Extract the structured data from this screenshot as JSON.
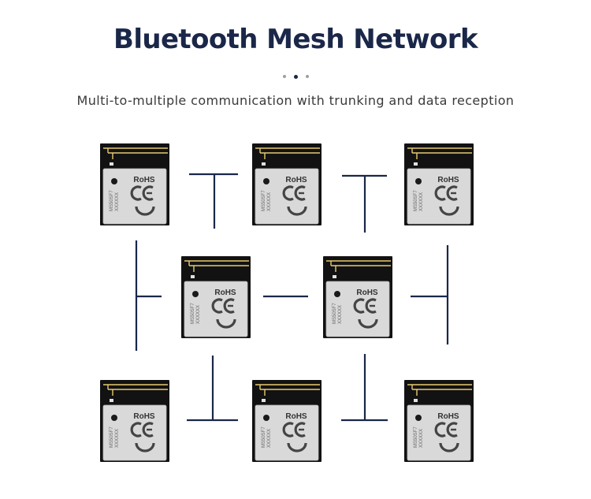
{
  "header": {
    "title": "Bluetooth Mesh Network",
    "subtitle": "Multi-to-multiple communication with trunking and data reception"
  },
  "pagination": {
    "count": 3,
    "active_index": 1
  },
  "colors": {
    "title": "#1a2749",
    "connector": "#1a2749",
    "shield": "#d9d9d9",
    "pcb": "#121212",
    "antenna": "#e8c970"
  },
  "module": {
    "cert_label": "RoHS",
    "model": "MS50SF7",
    "serial": "XXXXXX"
  },
  "modules": [
    {
      "id": "m1",
      "row": 0,
      "col": 0
    },
    {
      "id": "m2",
      "row": 0,
      "col": 1
    },
    {
      "id": "m3",
      "row": 0,
      "col": 2
    },
    {
      "id": "m4",
      "row": 1,
      "col": 0
    },
    {
      "id": "m5",
      "row": 1,
      "col": 1
    },
    {
      "id": "m6",
      "row": 2,
      "col": 0
    },
    {
      "id": "m7",
      "row": 2,
      "col": 1
    },
    {
      "id": "m8",
      "row": 2,
      "col": 2
    }
  ]
}
